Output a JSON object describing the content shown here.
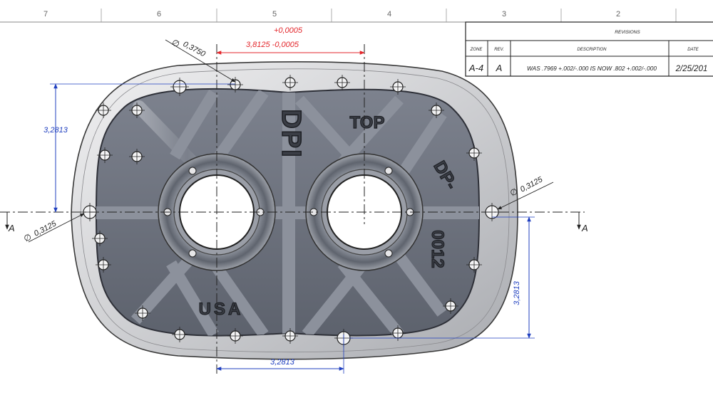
{
  "zones": [
    "7",
    "6",
    "5",
    "4",
    "3",
    "2"
  ],
  "revisions": {
    "title": "REVISIONS",
    "headers": {
      "zone": "ZONE",
      "rev": "REV.",
      "description": "DESCRIPTION",
      "date": "DATE"
    },
    "row": {
      "zone": "A-4",
      "rev": "A",
      "description": "WAS .7969 +.002/-.000 IS NOW .802 +.002/-.000",
      "date": "2/25/201"
    }
  },
  "casting": {
    "logo": "DPI",
    "top": "TOP",
    "part_prefix": "DP-",
    "part_number": "0012",
    "country": "USA"
  },
  "section_marks": {
    "left": "A",
    "right": "A"
  },
  "dimensions": {
    "tol_plus": "+0,0005",
    "center_distance": "3,8125 -0,0005",
    "hole_dia_top": "0,3750",
    "vertical_left": "3,2813",
    "vertical_right": "3,2813",
    "bottom_horizontal": "3,2813",
    "hole_dia_left": "0,3125",
    "hole_dia_right": "0,3125",
    "dia_symbol": "∅"
  },
  "colors": {
    "red_dim": "#e3262b",
    "blue_dim": "#1f3fbf",
    "plate": "#d2d2d4",
    "pocket": "#6e7380",
    "rib": "#8c919c",
    "hole": "#ffffff"
  }
}
